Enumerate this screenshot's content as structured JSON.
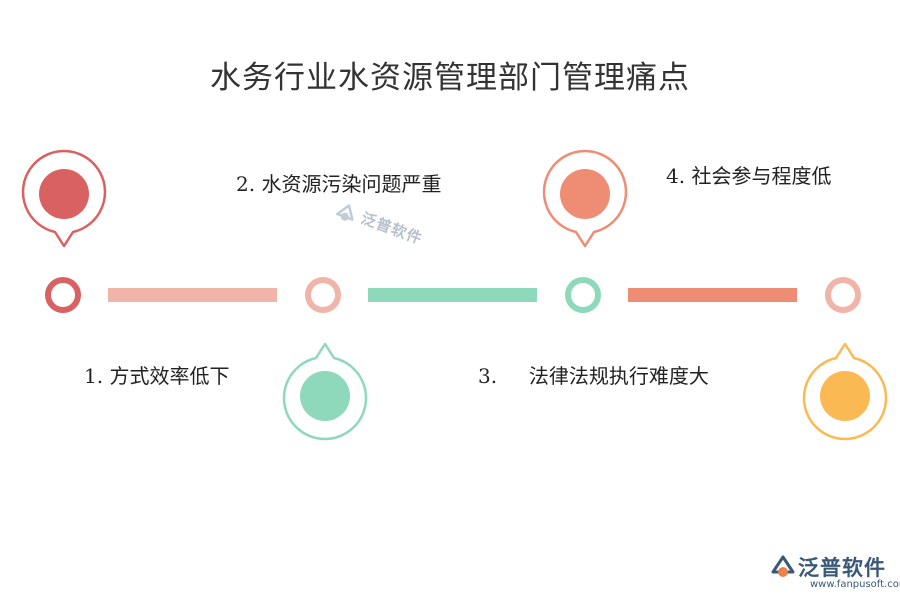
{
  "title": "水务行业水资源管理部门管理痛点",
  "items": [
    {
      "label": "1. 方式效率低下",
      "color": "#d96162"
    },
    {
      "label": "2. 水资源污染问题严重",
      "color": "#f0b4a8"
    },
    {
      "label": "3.     法律法规执行难度大",
      "color": "#8ed8bb"
    },
    {
      "label": "4. 社会参与程度低",
      "color": "#ef8c74"
    },
    {
      "color": "#fbb954"
    }
  ],
  "watermark": {
    "brand": "泛普软件",
    "url": "www.fanpusoft.com"
  }
}
